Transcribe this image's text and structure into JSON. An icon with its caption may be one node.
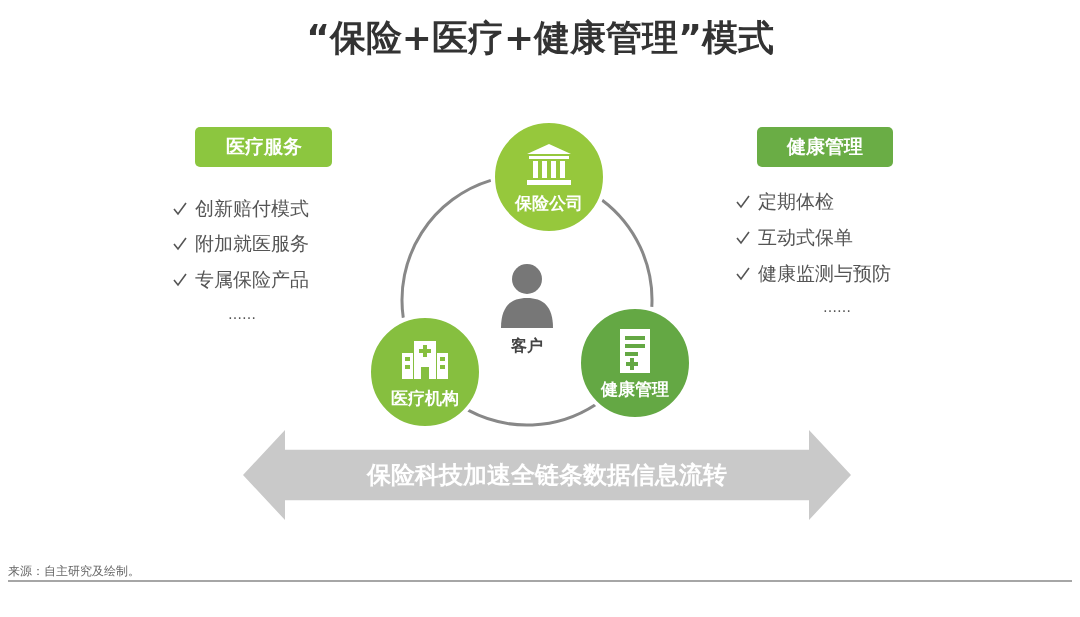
{
  "diagram": {
    "title": "“保险+医疗+健康管理”模式",
    "nodes": [
      {
        "text": [
          "医疗服务"
        ]
      },
      {
        "text": [
          "保险公司"
        ]
      },
      {
        "text": [
          "客户"
        ]
      },
      {
        "text": [
          "医疗机构"
        ]
      },
      {
        "text": [
          "健康管理"
        ]
      },
      {
        "text": [
          "健康管理"
        ]
      },
      {
        "text": [
          "保险科技加速全链条数据信息流转"
        ]
      }
    ],
    "edges": [
      {
        "from": 1,
        "to": 4,
        "arrow": "none"
      },
      {
        "from": 4,
        "to": 3,
        "arrow": "none"
      },
      {
        "from": 3,
        "to": 1,
        "arrow": "none"
      }
    ],
    "labels": [
      "创新赔付模式",
      "附加就医服务",
      "专属保险产品",
      "……",
      "定期体检",
      "互动式保单",
      "健康监测与预防",
      "……",
      "来源：自主研究及绘制。"
    ]
  }
}
